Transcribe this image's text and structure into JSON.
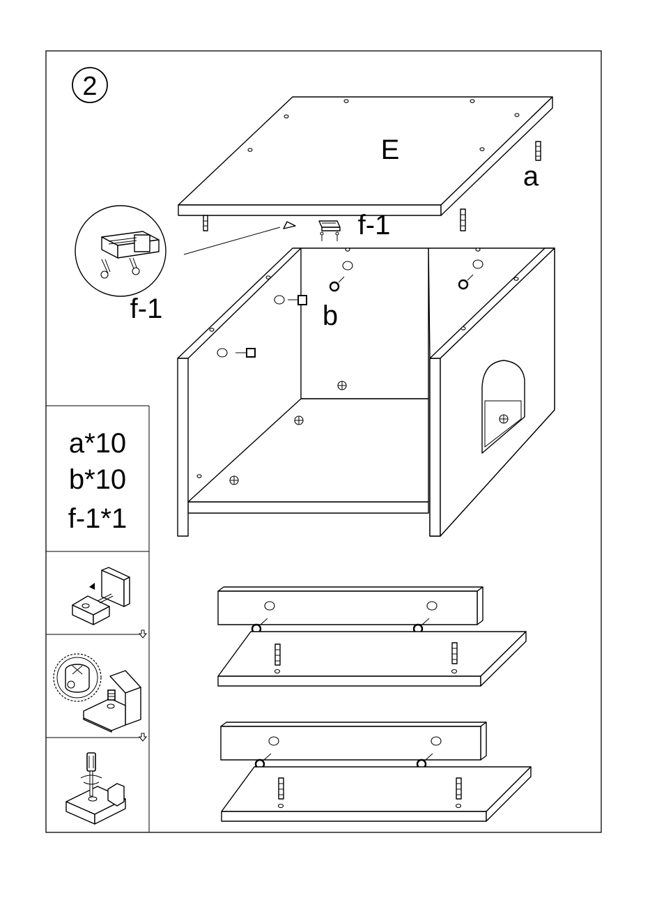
{
  "step_number": "2",
  "panel_label": "E",
  "callouts": {
    "dowel": "a",
    "cam_nut": "b",
    "catch_main": "f-1",
    "catch_zoom": "f-1"
  },
  "parts_list": [
    {
      "text": "a*10"
    },
    {
      "text": "b*10"
    },
    {
      "text": "f-1*1"
    }
  ],
  "guide_arrow_icon": "down-arrow-icon",
  "colors": {
    "line": "#000000",
    "background": "#ffffff"
  }
}
